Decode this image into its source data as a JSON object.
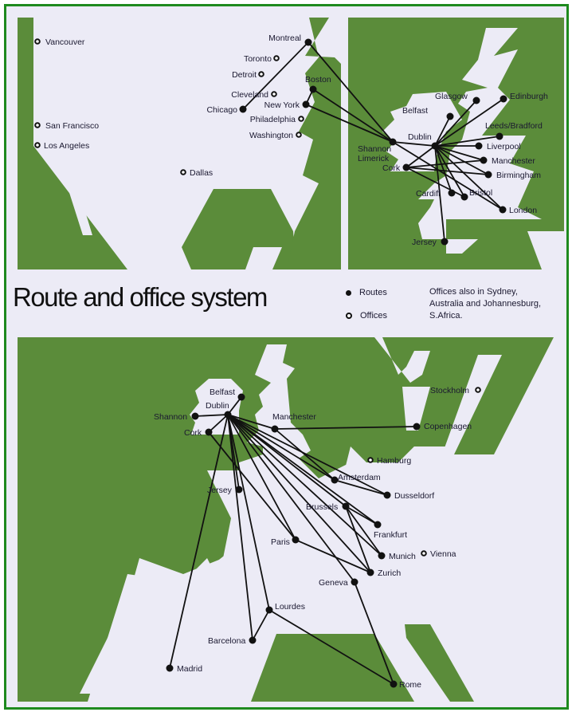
{
  "title": "Route and office system",
  "legend": {
    "routes_label": "Routes",
    "offices_label": "Offices",
    "note": "Offices also in Sydney, Australia and Johannesburg, S.Africa."
  },
  "colors": {
    "land_green": "#5b8c3a",
    "background": "#ecebf6",
    "border": "#1e8a1e",
    "route": "#111111"
  },
  "top_map": {
    "name": "North America and British Isles",
    "cities": [
      {
        "id": "vancouver",
        "name": "Vancouver",
        "type": "office"
      },
      {
        "id": "san-francisco",
        "name": "San Francisco",
        "type": "office"
      },
      {
        "id": "los-angeles",
        "name": "Los Angeles",
        "type": "office"
      },
      {
        "id": "dallas",
        "name": "Dallas",
        "type": "office"
      },
      {
        "id": "montreal",
        "name": "Montreal",
        "type": "route"
      },
      {
        "id": "toronto",
        "name": "Toronto",
        "type": "office"
      },
      {
        "id": "detroit",
        "name": "Detroit",
        "type": "office"
      },
      {
        "id": "cleveland",
        "name": "Cleveland",
        "type": "office"
      },
      {
        "id": "chicago",
        "name": "Chicago",
        "type": "route"
      },
      {
        "id": "boston",
        "name": "Boston",
        "type": "route"
      },
      {
        "id": "new-york",
        "name": "New York",
        "type": "route"
      },
      {
        "id": "philadelphia",
        "name": "Philadelphia",
        "type": "office"
      },
      {
        "id": "washington",
        "name": "Washington",
        "type": "office"
      },
      {
        "id": "shannon",
        "name": "Shannon Limerick",
        "type": "route"
      },
      {
        "id": "dublin",
        "name": "Dublin",
        "type": "route"
      },
      {
        "id": "cork",
        "name": "Cork",
        "type": "route"
      },
      {
        "id": "belfast",
        "name": "Belfast",
        "type": "route"
      },
      {
        "id": "glasgow",
        "name": "Glasgow",
        "type": "route"
      },
      {
        "id": "edinburgh",
        "name": "Edinburgh",
        "type": "route"
      },
      {
        "id": "leeds",
        "name": "Leeds/Bradford",
        "type": "route"
      },
      {
        "id": "liverpool",
        "name": "Liverpool",
        "type": "route"
      },
      {
        "id": "manchester",
        "name": "Manchester",
        "type": "route"
      },
      {
        "id": "birmingham",
        "name": "Birmingham",
        "type": "route"
      },
      {
        "id": "cardiff",
        "name": "Cardiff",
        "type": "route"
      },
      {
        "id": "bristol",
        "name": "Bristol",
        "type": "route"
      },
      {
        "id": "london",
        "name": "London",
        "type": "route"
      },
      {
        "id": "jersey",
        "name": "Jersey",
        "type": "route"
      }
    ],
    "routes": [
      [
        "montreal",
        "chicago"
      ],
      [
        "montreal",
        "shannon"
      ],
      [
        "boston",
        "new-york"
      ],
      [
        "boston",
        "shannon"
      ],
      [
        "new-york",
        "shannon"
      ],
      [
        "shannon",
        "dublin"
      ],
      [
        "shannon",
        "london"
      ],
      [
        "dublin",
        "belfast"
      ],
      [
        "dublin",
        "glasgow"
      ],
      [
        "dublin",
        "edinburgh"
      ],
      [
        "dublin",
        "leeds"
      ],
      [
        "dublin",
        "liverpool"
      ],
      [
        "dublin",
        "manchester"
      ],
      [
        "dublin",
        "birmingham"
      ],
      [
        "dublin",
        "cardiff"
      ],
      [
        "dublin",
        "bristol"
      ],
      [
        "dublin",
        "london"
      ],
      [
        "dublin",
        "jersey"
      ],
      [
        "dublin",
        "cork"
      ],
      [
        "cork",
        "manchester"
      ],
      [
        "cork",
        "birmingham"
      ],
      [
        "cork",
        "bristol"
      ]
    ]
  },
  "bottom_map": {
    "name": "Europe",
    "cities": [
      {
        "id": "belfast",
        "name": "Belfast",
        "type": "route"
      },
      {
        "id": "dublin",
        "name": "Dublin",
        "type": "route"
      },
      {
        "id": "shannon",
        "name": "Shannon",
        "type": "route"
      },
      {
        "id": "cork",
        "name": "Cork",
        "type": "route"
      },
      {
        "id": "manchester",
        "name": "Manchester",
        "type": "route"
      },
      {
        "id": "copenhagen",
        "name": "Copenhagen",
        "type": "route"
      },
      {
        "id": "stockholm",
        "name": "Stockholm",
        "type": "office"
      },
      {
        "id": "hamburg",
        "name": "Hamburg",
        "type": "office"
      },
      {
        "id": "amsterdam",
        "name": "Amsterdam",
        "type": "route"
      },
      {
        "id": "dusseldorf",
        "name": "Dusseldorf",
        "type": "route"
      },
      {
        "id": "brussels",
        "name": "Brussels",
        "type": "route"
      },
      {
        "id": "frankfurt",
        "name": "Frankfurt",
        "type": "route"
      },
      {
        "id": "jersey",
        "name": "Jersey",
        "type": "route"
      },
      {
        "id": "paris",
        "name": "Paris",
        "type": "route"
      },
      {
        "id": "munich",
        "name": "Munich",
        "type": "route"
      },
      {
        "id": "vienna",
        "name": "Vienna",
        "type": "office"
      },
      {
        "id": "zurich",
        "name": "Zurich",
        "type": "route"
      },
      {
        "id": "geneva",
        "name": "Geneva",
        "type": "route"
      },
      {
        "id": "lourdes",
        "name": "Lourdes",
        "type": "route"
      },
      {
        "id": "barcelona",
        "name": "Barcelona",
        "type": "route"
      },
      {
        "id": "madrid",
        "name": "Madrid",
        "type": "route"
      },
      {
        "id": "rome",
        "name": "Rome",
        "type": "route"
      }
    ],
    "routes": [
      [
        "dublin",
        "belfast"
      ],
      [
        "dublin",
        "shannon"
      ],
      [
        "dublin",
        "cork"
      ],
      [
        "dublin",
        "manchester"
      ],
      [
        "dublin",
        "amsterdam"
      ],
      [
        "dublin",
        "dusseldorf"
      ],
      [
        "dublin",
        "brussels"
      ],
      [
        "dublin",
        "frankfurt"
      ],
      [
        "dublin",
        "paris"
      ],
      [
        "dublin",
        "munich"
      ],
      [
        "dublin",
        "zurich"
      ],
      [
        "dublin",
        "geneva"
      ],
      [
        "dublin",
        "jersey"
      ],
      [
        "dublin",
        "lourdes"
      ],
      [
        "dublin",
        "barcelona"
      ],
      [
        "dublin",
        "madrid"
      ],
      [
        "manchester",
        "copenhagen"
      ],
      [
        "manchester",
        "amsterdam"
      ],
      [
        "amsterdam",
        "dusseldorf"
      ],
      [
        "brussels",
        "frankfurt"
      ],
      [
        "brussels",
        "munich"
      ],
      [
        "brussels",
        "zurich"
      ],
      [
        "paris",
        "zurich"
      ],
      [
        "geneva",
        "rome"
      ],
      [
        "lourdes",
        "barcelona"
      ],
      [
        "lourdes",
        "rome"
      ],
      [
        "cork",
        "paris"
      ]
    ]
  }
}
